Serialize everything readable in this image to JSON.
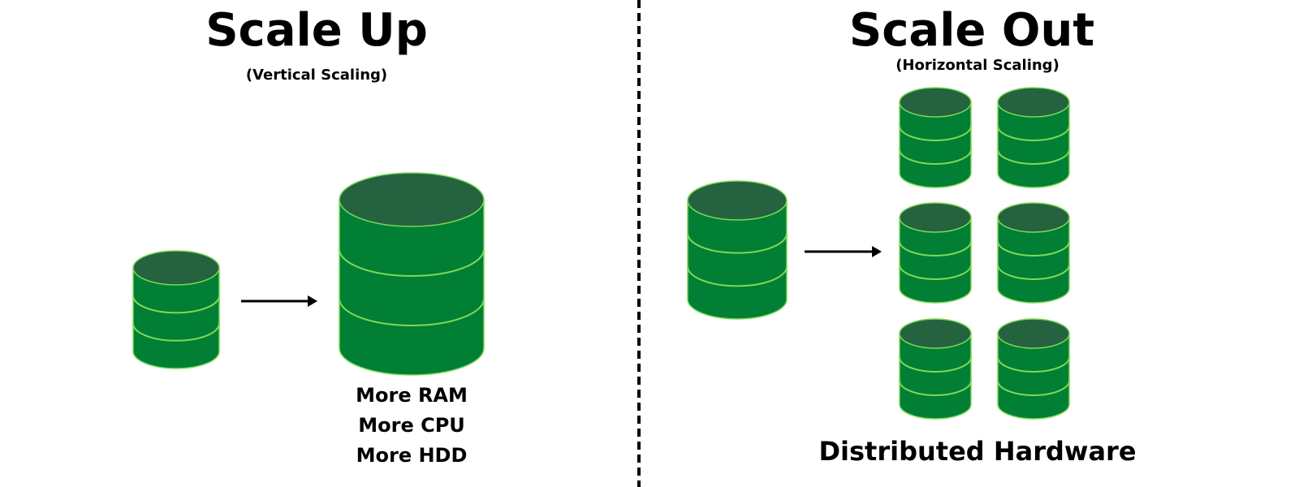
{
  "left_panel": {
    "title": "Scale Up",
    "subtitle": "(Vertical Scaling)",
    "specs": [
      "More RAM",
      "More CPU",
      "More HDD"
    ]
  },
  "right_panel": {
    "title": "Scale Out",
    "subtitle": "(Horizontal Scaling)",
    "caption": "Distributed Hardware"
  },
  "colors": {
    "db_body": "#017f35",
    "db_top": "#256340",
    "db_line": "#7ed957",
    "arrow": "#000000",
    "divider": "#000000"
  },
  "icons": [
    "database-icon",
    "arrow-right-icon"
  ]
}
